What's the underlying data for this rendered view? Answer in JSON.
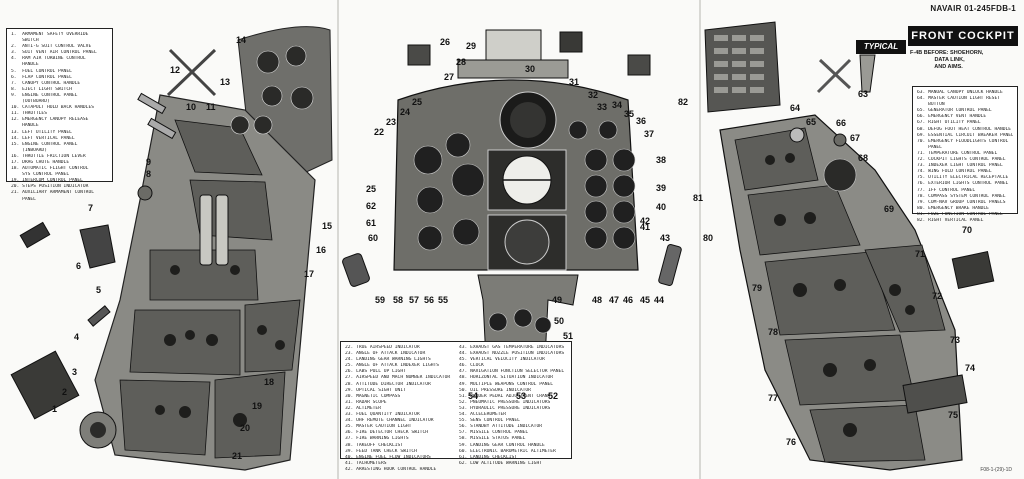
{
  "header": {
    "publication_number": "NAVAIR 01-245FDB-1"
  },
  "footer": {
    "figure_number": "F08-1-(29)-1D"
  },
  "title": {
    "tag": "TYPICAL",
    "main": "FRONT COCKPIT",
    "applicability_prefix": "F-4B BEFORE:",
    "applicability_items": [
      "SHOEHORN,",
      "DATA LINK,",
      "AND AIMS."
    ]
  },
  "legend_left": [
    "1.  ARMAMENT SAFETY OVERRIDE",
    "    SWITCH",
    "2.  ANTI-G SUIT CONTROL VALVE",
    "3.  SUIT VENT AIR CONTROL PANEL",
    "4.  RAM AIR TURBINE CONTROL",
    "    HANDLE",
    "5.  FUEL CONTROL PANEL",
    "6.  FLAP CONTROL PANEL",
    "7.  CANOPY CONTROL HANDLE",
    "8.  EJECT LIGHT SWITCH",
    "9.  ENGINE CONTROL PANEL",
    "    (OUTBOARD)",
    "10. CATAPULT HOLD BACK HANDLES",
    "11. THROTTLES",
    "12. EMERGENCY CANOPY RELEASE",
    "    HANDLE",
    "13. LEFT UTILITY PANEL",
    "14. LEFT VERTICAL PANEL",
    "15. ENGINE CONTROL PANEL",
    "    (INBOARD)",
    "16. THROTTLE FRICTION LEVER",
    "17. DRAG CHUTE HANDLE",
    "18. AUTOMATIC FLIGHT CONTROL",
    "    SYS CONTROL PANEL",
    "19. INTERCOM CONTROL PANEL",
    "20. STEPS POSITION INDICATOR",
    "21. AUXILIARY ARMAMENT CONTROL",
    "    PANEL"
  ],
  "legend_mid_a": [
    "22. TRUE AIRSPEED INDICATOR",
    "23. ANGLE OF ATTACK INDICATOR",
    "24. LANDING GEAR WARNING LIGHTS",
    "25. ANGLE OF ATTACK INDEXER LIGHTS",
    "26. LABS PULL UP LIGHT",
    "27. AIRSPEED AND MACH NUMBER INDICATOR",
    "28. ATTITUDE DIRECTOR INDICATOR",
    "29. OPTICAL SIGHT UNIT",
    "30. MAGNETIC COMPASS",
    "31. RADAR SCOPE",
    "32. ALTIMETER",
    "33. FUEL QUANTITY INDICATOR",
    "34. UHF REMOTE CHANNEL INDICATOR",
    "35. MASTER CAUTION LIGHT",
    "36. FIRE DETECTOR CHECK SWITCH",
    "37. FIRE WARNING LIGHTS",
    "38. TAKEOFF CHECKLIST",
    "39. FEED TANK CHECK SWITCH",
    "40. ENGINE FUEL FLOW INDICATORS",
    "41. TACHOMETERS",
    "42. ARRESTING HOOK CONTROL HANDLE"
  ],
  "legend_mid_b": [
    "43. EXHAUST GAS TEMPERATURE INDICATORS",
    "44. EXHAUST NOZZLE POSITION INDICATORS",
    "45. VERTICAL VELOCITY INDICATOR",
    "46. CLOCK",
    "47. NAVIGATION FUNCTION SELECTOR PANEL",
    "48. HORIZONTAL SITUATION INDICATOR",
    "49. MULTIPLE WEAPONS CONTROL PANEL",
    "50. OIL PRESSURE INDICATOR",
    "51. RUDDER PEDAL ADJUSTMENT CRANK",
    "52. PNEUMATIC PRESSURE INDICATORS",
    "53. HYDRAULIC PRESSURE INDICATORS",
    "54. ACCELEROMETER",
    "55. SENS CONTROL PANEL",
    "56. STANDBY ATTITUDE INDICATOR",
    "57. MISSILE CONTROL PANEL",
    "58. MISSILE STATUS PANEL",
    "59. LANDING GEAR CONTROL HANDLE",
    "60. ELECTRONIC BAROMETRIC ALTIMETER",
    "61. LANDING CHECKLIST",
    "62. LOW ALTITUDE WARNING LIGHT"
  ],
  "legend_right": [
    "63. MANUAL CANOPY UNLOCK HANDLE",
    "64. MASTER CAUTION LIGHT RESET",
    "    BUTTON",
    "65. GENERATOR CONTROL PANEL",
    "66. EMERGENCY VENT HANDLE",
    "67. RIGHT UTILITY PANEL",
    "68. DEFOG FOOT HEAT CONTROL HANDLE",
    "69. ESSENTIAL CIRCUIT BREAKER PANEL",
    "70. EMERGENCY FLOODLIGHTS CONTROL",
    "    PANEL",
    "71. TEMPERATURE CONTROL PANEL",
    "72. COCKPIT LIGHTS CONTROL PANEL",
    "73. INDEXER LIGHT CONTROL PANEL",
    "74. WING FOLD CONTROL PANEL",
    "75. UTILITY ELECTRICAL RECEPTACLE",
    "76. EXTERIOR LIGHTS CONTROL PANEL",
    "77. IFF CONTROL PANEL",
    "78. COMPASS SYSTEM CONTROL PANEL",
    "79. COM-NAV GROUP CONTROL PANELS",
    "80. EMERGENCY BRAKE HANDLE",
    "81. FUZE FUNCTION CONTROL PANEL",
    "82. RIGHT VERTICAL PANEL"
  ],
  "callouts_left": [
    "1",
    "2",
    "3",
    "4",
    "5",
    "6",
    "7",
    "8",
    "9",
    "10",
    "11",
    "12",
    "13",
    "14",
    "15",
    "16",
    "17",
    "18",
    "19",
    "20",
    "21"
  ],
  "callouts_mid": [
    "22",
    "23",
    "24",
    "25",
    "26",
    "27",
    "28",
    "29",
    "30",
    "31",
    "32",
    "33",
    "34",
    "35",
    "36",
    "37",
    "38",
    "39",
    "40",
    "41",
    "42",
    "43",
    "44",
    "45",
    "46",
    "47",
    "48",
    "49",
    "50",
    "51",
    "52",
    "53",
    "54",
    "55",
    "56",
    "57",
    "58",
    "59",
    "60",
    "61",
    "62",
    "25"
  ],
  "callouts_right": [
    "63",
    "64",
    "65",
    "66",
    "67",
    "68",
    "69",
    "70",
    "71",
    "72",
    "73",
    "74",
    "75",
    "76",
    "77",
    "78",
    "79",
    "80",
    "81",
    "82"
  ]
}
